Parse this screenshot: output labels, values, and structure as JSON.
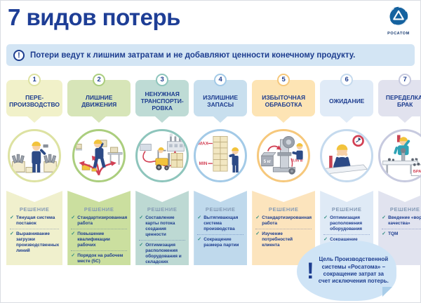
{
  "header": {
    "title": "7 видов потерь",
    "logo": {
      "icon": "rosatom-logo-icon",
      "text": "РОСАТОМ"
    }
  },
  "banner": {
    "icon": "exclamation-circle-icon",
    "text": "Потери ведут к лишним затратам и не добавляют ценности конечному продукту."
  },
  "solution_label": "РЕШЕНИЕ",
  "columns": [
    {
      "number": "1",
      "title": "ПЕРЕ-ПРОИЗВОДСТВО",
      "illustration": "overproduction-illustration",
      "solutions": [
        "Тянущая система поставок",
        "Выравнивание загрузки производственных линий"
      ],
      "colors": {
        "tag": "#f1f1c9",
        "accent": "#dde2a2",
        "card": "#f0f0cd"
      }
    },
    {
      "number": "2",
      "title": "ЛИШНИЕ ДВИЖЕНИЯ",
      "illustration": "excess-motion-illustration",
      "solutions": [
        "Стандартизированная работа",
        "Повышение квалификации рабочих",
        "Порядок на рабочем месте (5С)"
      ],
      "colors": {
        "tag": "#d7e5b8",
        "accent": "#abce7e",
        "card": "#cbdf9f"
      }
    },
    {
      "number": "3",
      "title": "НЕНУЖНАЯ ТРАНСПОРТИ-РОВКА",
      "illustration": "transportation-illustration",
      "solutions": [
        "Составление карты потока создания ценности",
        "Оптимизация расположения оборудования и складских помещений"
      ],
      "colors": {
        "tag": "#bedbd5",
        "accent": "#8ec5bc",
        "card": "#bdd9d3"
      }
    },
    {
      "number": "4",
      "title": "ИЗЛИШНИЕ ЗАПАСЫ",
      "illustration": "excess-inventory-illustration",
      "labels": {
        "max": "MAX",
        "min": "MIN"
      },
      "solutions": [
        "Вытягивающая система производства",
        "Сокращение размера партии"
      ],
      "colors": {
        "tag": "#c8dfee",
        "accent": "#a3cae7",
        "card": "#bfd9ec"
      }
    },
    {
      "number": "5",
      "title": "ИЗБЫТОЧНАЯ ОБРАБОТКА",
      "illustration": "over-processing-illustration",
      "labels": {
        "input": "5 кг",
        "output": "0,05 кг"
      },
      "solutions": [
        "Стандартизированная работа",
        "Изучение потребностей клиента"
      ],
      "colors": {
        "tag": "#fde4b4",
        "accent": "#f6c87c",
        "card": "#fce4bd"
      }
    },
    {
      "number": "6",
      "title": "ОЖИДАНИЕ",
      "illustration": "waiting-illustration",
      "solutions": [
        "Оптимизация расположения оборудования",
        "Сокращение времени на переналадку"
      ],
      "colors": {
        "tag": "#e0ebf7",
        "accent": "#c5daee",
        "card": "#dfeaf6"
      }
    },
    {
      "number": "7",
      "title": "ПЕРЕДЕЛКА/БРАК",
      "illustration": "rework-defect-illustration",
      "labels": {
        "box": "БРАК"
      },
      "solutions": [
        "Введение «ворот качества»",
        "TQM"
      ],
      "colors": {
        "tag": "#e1e2ee",
        "accent": "#c7cadf",
        "card": "#e1e3ef"
      }
    }
  ],
  "goal_bubble": {
    "icon": "exclamation-icon",
    "text": "Цель Производственной системы «Росатома» – сокращение затрат за счет исключения потерь."
  },
  "brand_colors": {
    "navy": "#1d3d8f",
    "banner_bg": "#d3e5f4",
    "checkmark": "#2e8b7f",
    "solution_label": "#8399b5",
    "bubble_bg": "#cfe4f6",
    "alert_red": "#d24054",
    "helmet_yellow": "#f2c33c"
  }
}
